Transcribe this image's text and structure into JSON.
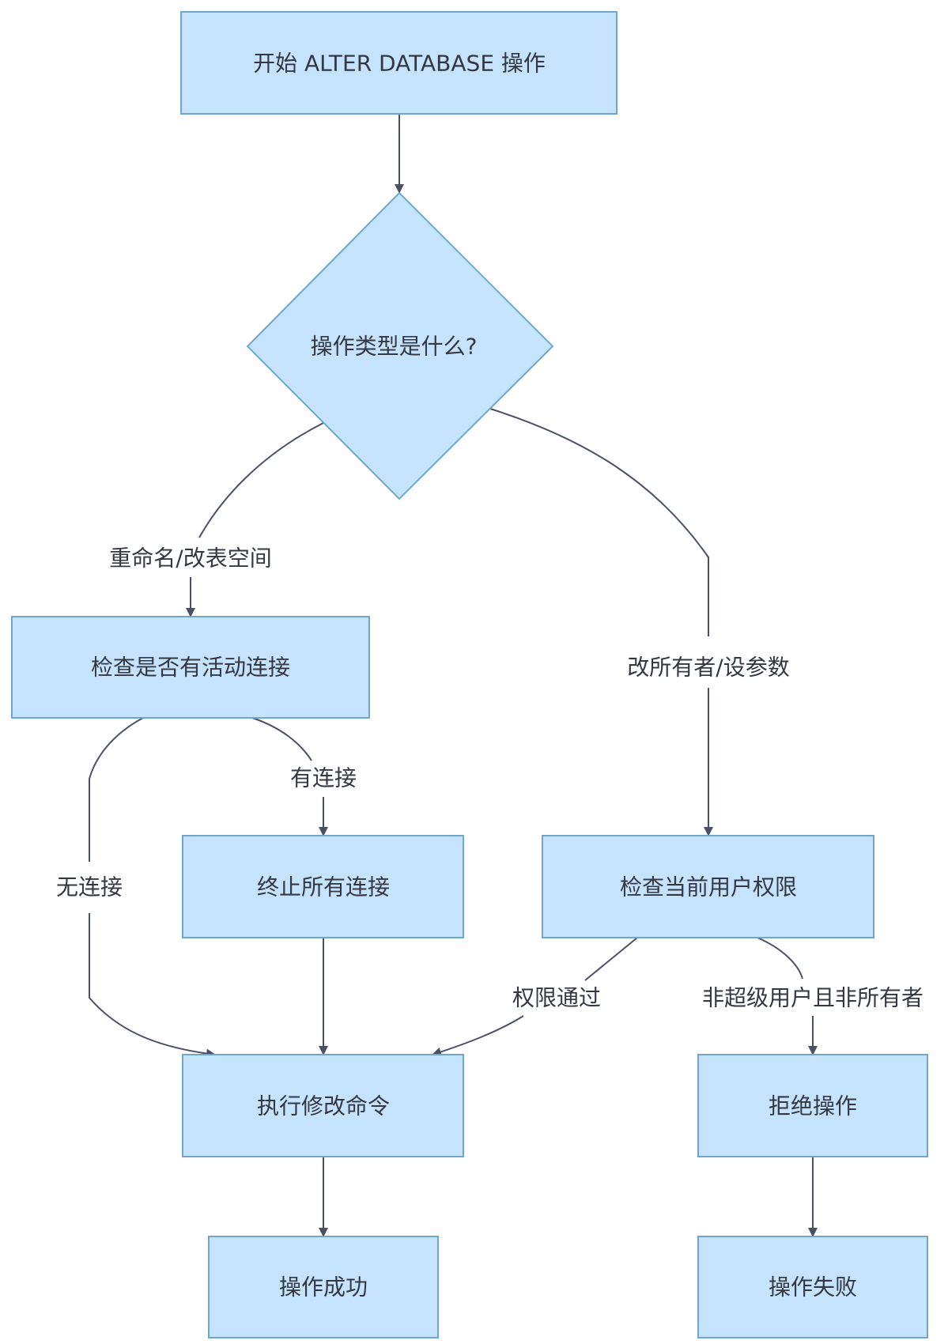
{
  "diagram": {
    "type": "flowchart",
    "colors": {
      "node_fill": "#c5e3fc",
      "node_stroke": "#6ea7cb",
      "edge": "#4a5163",
      "text": "#333842",
      "background": "#ffffff"
    },
    "nodes": {
      "start": {
        "label": "开始 ALTER DATABASE 操作",
        "shape": "rect"
      },
      "decision": {
        "label": "操作类型是什么?",
        "shape": "diamond"
      },
      "check_conn": {
        "label": "检查是否有活动连接",
        "shape": "rect"
      },
      "terminate": {
        "label": "终止所有连接",
        "shape": "rect"
      },
      "check_perm": {
        "label": "检查当前用户权限",
        "shape": "rect"
      },
      "execute": {
        "label": "执行修改命令",
        "shape": "rect"
      },
      "reject": {
        "label": "拒绝操作",
        "shape": "rect"
      },
      "success": {
        "label": "操作成功",
        "shape": "rect"
      },
      "fail": {
        "label": "操作失败",
        "shape": "rect"
      }
    },
    "edges": [
      {
        "from": "start",
        "to": "decision",
        "label": ""
      },
      {
        "from": "decision",
        "to": "check_conn",
        "label": "重命名/改表空间"
      },
      {
        "from": "decision",
        "to": "check_perm",
        "label": "改所有者/设参数"
      },
      {
        "from": "check_conn",
        "to": "execute",
        "label": "无连接"
      },
      {
        "from": "check_conn",
        "to": "terminate",
        "label": "有连接"
      },
      {
        "from": "terminate",
        "to": "execute",
        "label": ""
      },
      {
        "from": "check_perm",
        "to": "execute",
        "label": "权限通过"
      },
      {
        "from": "check_perm",
        "to": "reject",
        "label": "非超级用户且非所有者"
      },
      {
        "from": "execute",
        "to": "success",
        "label": ""
      },
      {
        "from": "reject",
        "to": "fail",
        "label": ""
      }
    ]
  }
}
